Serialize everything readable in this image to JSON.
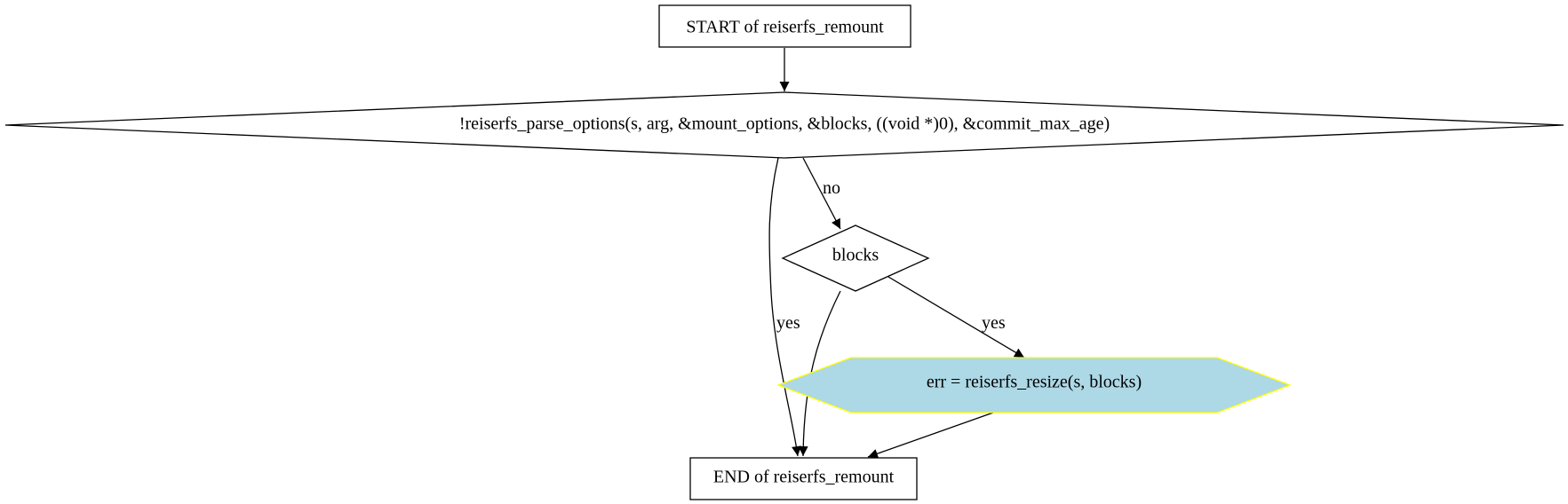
{
  "nodes": {
    "start": {
      "label": "START of reiserfs_remount"
    },
    "parse_options": {
      "label": "!reiserfs_parse_options(s, arg, &mount_options, &blocks, ((void *)0), &commit_max_age)"
    },
    "blocks": {
      "label": "blocks"
    },
    "resize": {
      "label": "err = reiserfs_resize(s, blocks)"
    },
    "end": {
      "label": "END of reiserfs_remount"
    }
  },
  "edges": {
    "parse_to_blocks": {
      "label": "no"
    },
    "parse_to_end": {
      "label": "yes"
    },
    "blocks_to_end": {
      "label": "yes"
    },
    "blocks_to_resize": {
      "label": "yes"
    }
  },
  "colors": {
    "stroke": "#000000",
    "resize_fill": "#add8e6",
    "resize_stroke": "#ffff00"
  }
}
